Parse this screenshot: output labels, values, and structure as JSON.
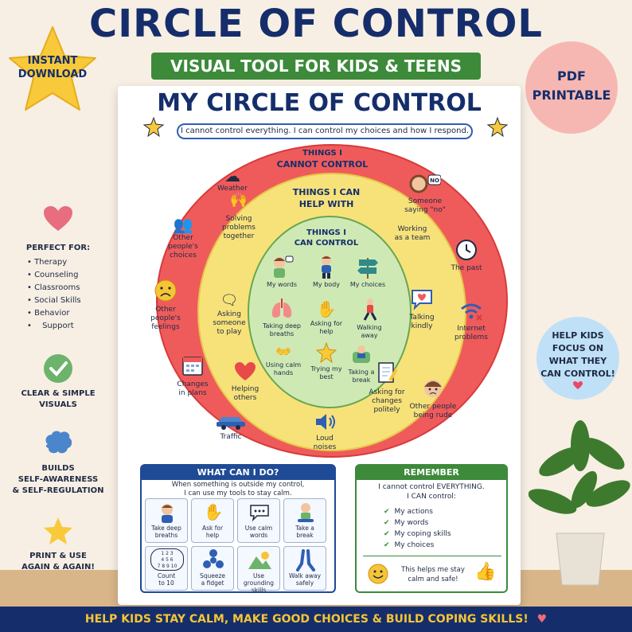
{
  "header": {
    "title": "CIRCLE OF CONTROL",
    "subtitle": "VISUAL TOOL FOR KIDS & TEENS"
  },
  "badges": {
    "instant": [
      "INSTANT",
      "DOWNLOAD"
    ],
    "pdf": [
      "PDF",
      "PRINTABLE"
    ],
    "help": [
      "HELP KIDS",
      "FOCUS ON",
      "WHAT THEY",
      "CAN CONTROL!"
    ]
  },
  "sidebar": {
    "perfect_for": "PERFECT FOR:",
    "uses": [
      "Therapy",
      "Counseling",
      "Classrooms",
      "Social Skills",
      "Behavior",
      "Support"
    ],
    "features": [
      {
        "icon": "check-icon",
        "lines": [
          "CLEAR & SIMPLE",
          "VISUALS"
        ]
      },
      {
        "icon": "brain-icon",
        "lines": [
          "BUILDS",
          "SELF-AWARENESS",
          "& SELF-REGULATION"
        ]
      },
      {
        "icon": "star-icon",
        "lines": [
          "PRINT & USE",
          "AGAIN & AGAIN!"
        ]
      }
    ]
  },
  "poster": {
    "title": "MY CIRCLE OF CONTROL",
    "tagline": "I cannot control everything. I can control my choices and how I respond.",
    "outer": {
      "heading": [
        "THINGS I",
        "CANNOT CONTROL"
      ],
      "items": [
        {
          "label": [
            "Weather"
          ],
          "icon": "rain-cloud-icon"
        },
        {
          "label": [
            "Someone",
            "saying \"no\""
          ],
          "icon": "girl-no-icon"
        },
        {
          "label": [
            "Other",
            "people's",
            "choices"
          ],
          "icon": "people-icon"
        },
        {
          "label": [
            "The past"
          ],
          "icon": "clock-icon"
        },
        {
          "label": [
            "Other",
            "people's",
            "feelings"
          ],
          "icon": "sad-face-icon"
        },
        {
          "label": [
            "Internet",
            "problems"
          ],
          "icon": "wifi-off-icon"
        },
        {
          "label": [
            "Changes",
            "in plans"
          ],
          "icon": "calendar-icon"
        },
        {
          "label": [
            "Other people",
            "being rude"
          ],
          "icon": "boy-upset-icon"
        },
        {
          "label": [
            "Traffic"
          ],
          "icon": "car-icon"
        },
        {
          "label": [
            "Loud",
            "noises"
          ],
          "icon": "speaker-icon"
        }
      ]
    },
    "middle": {
      "heading": [
        "THINGS I CAN",
        "HELP WITH"
      ],
      "items": [
        {
          "label": [
            "Solving",
            "problems",
            "together"
          ],
          "icon": "high-five-icon"
        },
        {
          "label": [
            "Working",
            "as a team"
          ],
          "icon": "puzzle-icon"
        },
        {
          "label": [
            "Asking",
            "someone",
            "to play"
          ],
          "icon": "kids-talking-icon"
        },
        {
          "label": [
            "Talking",
            "kindly"
          ],
          "icon": "speech-heart-icon"
        },
        {
          "label": [
            "Helping",
            "others"
          ],
          "icon": "heart-icon"
        },
        {
          "label": [
            "Asking for",
            "changes",
            "politely"
          ],
          "icon": "note-pencil-icon"
        }
      ]
    },
    "inner": {
      "heading": [
        "THINGS I",
        "CAN CONTROL"
      ],
      "items": [
        {
          "label": [
            "My words"
          ],
          "icon": "speaking-boy-icon"
        },
        {
          "label": [
            "My body"
          ],
          "icon": "boy-standing-icon"
        },
        {
          "label": [
            "My choices"
          ],
          "icon": "signpost-icon"
        },
        {
          "label": [
            "Taking deep",
            "breaths"
          ],
          "icon": "lungs-icon"
        },
        {
          "label": [
            "Asking for",
            "help"
          ],
          "icon": "raised-hand-icon"
        },
        {
          "label": [
            "Walking",
            "away"
          ],
          "icon": "walking-icon"
        },
        {
          "label": [
            "Using calm",
            "hands"
          ],
          "icon": "calm-hands-icon"
        },
        {
          "label": [
            "Trying my",
            "best"
          ],
          "icon": "star-icon"
        },
        {
          "label": [
            "Taking a",
            "break"
          ],
          "icon": "reading-chair-icon"
        }
      ]
    }
  },
  "what_can_i_do": {
    "heading": "WHAT CAN I DO?",
    "sub": [
      "When something is outside my control,",
      "I can use my tools to stay calm."
    ],
    "tiles": [
      {
        "label": [
          "Take deep",
          "breaths"
        ],
        "icon": "boy-breathing-icon"
      },
      {
        "label": [
          "Ask for",
          "help"
        ],
        "icon": "raised-hand-icon"
      },
      {
        "label": [
          "Use calm",
          "words"
        ],
        "icon": "speech-bubble-icon"
      },
      {
        "label": [
          "Take a",
          "break"
        ],
        "icon": "sitting-boy-icon"
      },
      {
        "label": [
          "Count",
          "to 10"
        ],
        "icon": "numbers-cloud-icon",
        "numbers": [
          "1 2 3",
          "4 5 6",
          "7 8 9 10"
        ]
      },
      {
        "label": [
          "Squeeze",
          "a fidget"
        ],
        "icon": "fidget-spinner-icon"
      },
      {
        "label": [
          "Use grounding",
          "skills"
        ],
        "icon": "mountain-sun-icon"
      },
      {
        "label": [
          "Walk away",
          "safely"
        ],
        "icon": "walking-legs-icon"
      }
    ]
  },
  "remember": {
    "heading": "REMEMBER",
    "lines": [
      "I cannot control EVERYTHING.",
      "I CAN control:"
    ],
    "checks": [
      "My actions",
      "My words",
      "My coping skills",
      "My choices"
    ],
    "closing": [
      "This helps me stay",
      "calm and safe!"
    ]
  },
  "footer": "HELP KIDS STAY CALM, MAKE GOOD CHOICES & BUILD COPING SKILLS!",
  "colors": {
    "navy": "#152e6b",
    "green": "#3c8a3a",
    "outer_ring": "#ef5b5b",
    "middle_ring": "#f7e27a",
    "inner_ring": "#cfe9b5",
    "gold": "#f6c535"
  }
}
